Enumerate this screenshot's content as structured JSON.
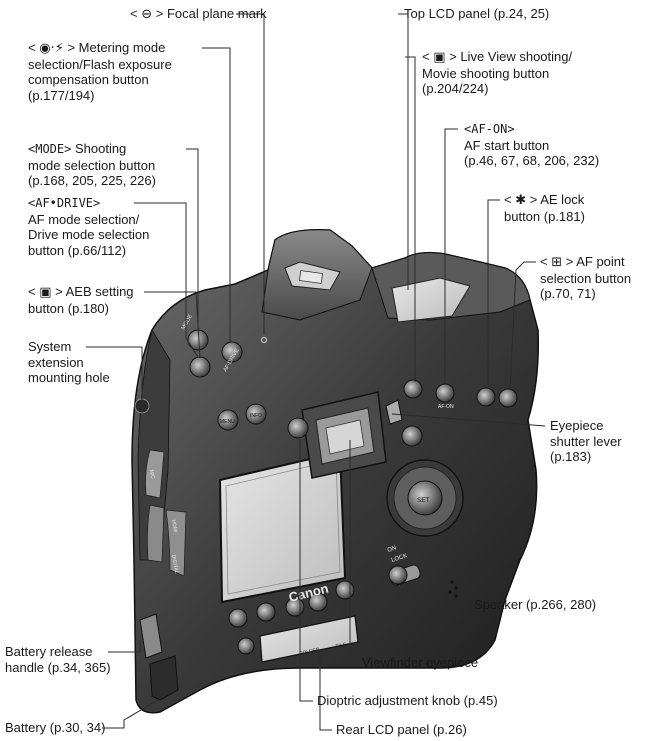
{
  "labels": {
    "focal_plane": {
      "pre": "< ",
      "mark": "⊖",
      "post": " > Focal plane mark"
    },
    "metering": {
      "pre": "< ",
      "mark": "◉·⚡",
      "post": " > Metering mode",
      "line2": "selection/Flash exposure",
      "line3": "compensation button",
      "line4": "(p.177/194)"
    },
    "mode": {
      "mark": "<MODE>",
      "post": " Shooting",
      "line2": "mode selection button",
      "line3": "(p.168, 205, 225, 226)"
    },
    "af_drive": {
      "mark": "<AF•DRIVE>",
      "line2": "AF mode selection/",
      "line3": "Drive mode selection",
      "line4": "button (p.66/112)"
    },
    "aeb": {
      "pre": "< ",
      "mark": "▣",
      "post": " > AEB setting",
      "line2": "button (p.180)"
    },
    "system_ext": {
      "line1": "System",
      "line2": "extension",
      "line3": "mounting hole"
    },
    "battery_release": {
      "line1": "Battery release",
      "line2": "handle (p.34, 365)"
    },
    "battery": {
      "text": "Battery (p.30, 34)"
    },
    "top_lcd": {
      "text": "Top LCD panel (p.24, 25)"
    },
    "live_view": {
      "pre": "< ",
      "mark": "▣",
      "post": " > Live View shooting/",
      "line2": "Movie shooting button",
      "line3": "(p.204/224)"
    },
    "af_on": {
      "mark": "<AF-ON>",
      "line2": "AF start button",
      "line3": "(p.46, 67, 68, 206, 232)"
    },
    "ae_lock": {
      "pre": "< ",
      "mark": "✱",
      "post": " > AE lock",
      "line2": "button (p.181)"
    },
    "af_point": {
      "pre": "< ",
      "mark": "⊞",
      "post": " > AF point",
      "line2": "selection button",
      "line3": "(p.70, 71)"
    },
    "eyepiece_shutter": {
      "line1": "Eyepiece",
      "line2": "shutter lever",
      "line3": "(p.183)"
    },
    "speaker": {
      "text": "Speaker (p.266, 280)"
    },
    "viewfinder": {
      "text": "Viewfinder eyepiece"
    },
    "dioptric": {
      "text": "Dioptric adjustment knob (p.45)"
    },
    "rear_lcd": {
      "text": "Rear LCD panel (p.26)"
    }
  },
  "camera": {
    "brand": "Canon",
    "buttons": {
      "set": "SET",
      "menu": "MENU",
      "info": "INFO",
      "mode": "MODE",
      "af_drive": "AF·DRIVE",
      "af_on": "AF-ON",
      "lock": "LOCK",
      "on": "ON"
    },
    "ports": {
      "mic": "MIC",
      "hdmi": "HDMI",
      "digital": "DIGITAL"
    },
    "rear_lcd_labels": {
      "folder": "FOLDER",
      "file": "FILE"
    }
  },
  "colors": {
    "line": "#2b2b2b",
    "body_dark": "#2a2a2a",
    "body_mid": "#555555",
    "body_light": "#9a9a9a",
    "text": "#1a1a1a"
  }
}
